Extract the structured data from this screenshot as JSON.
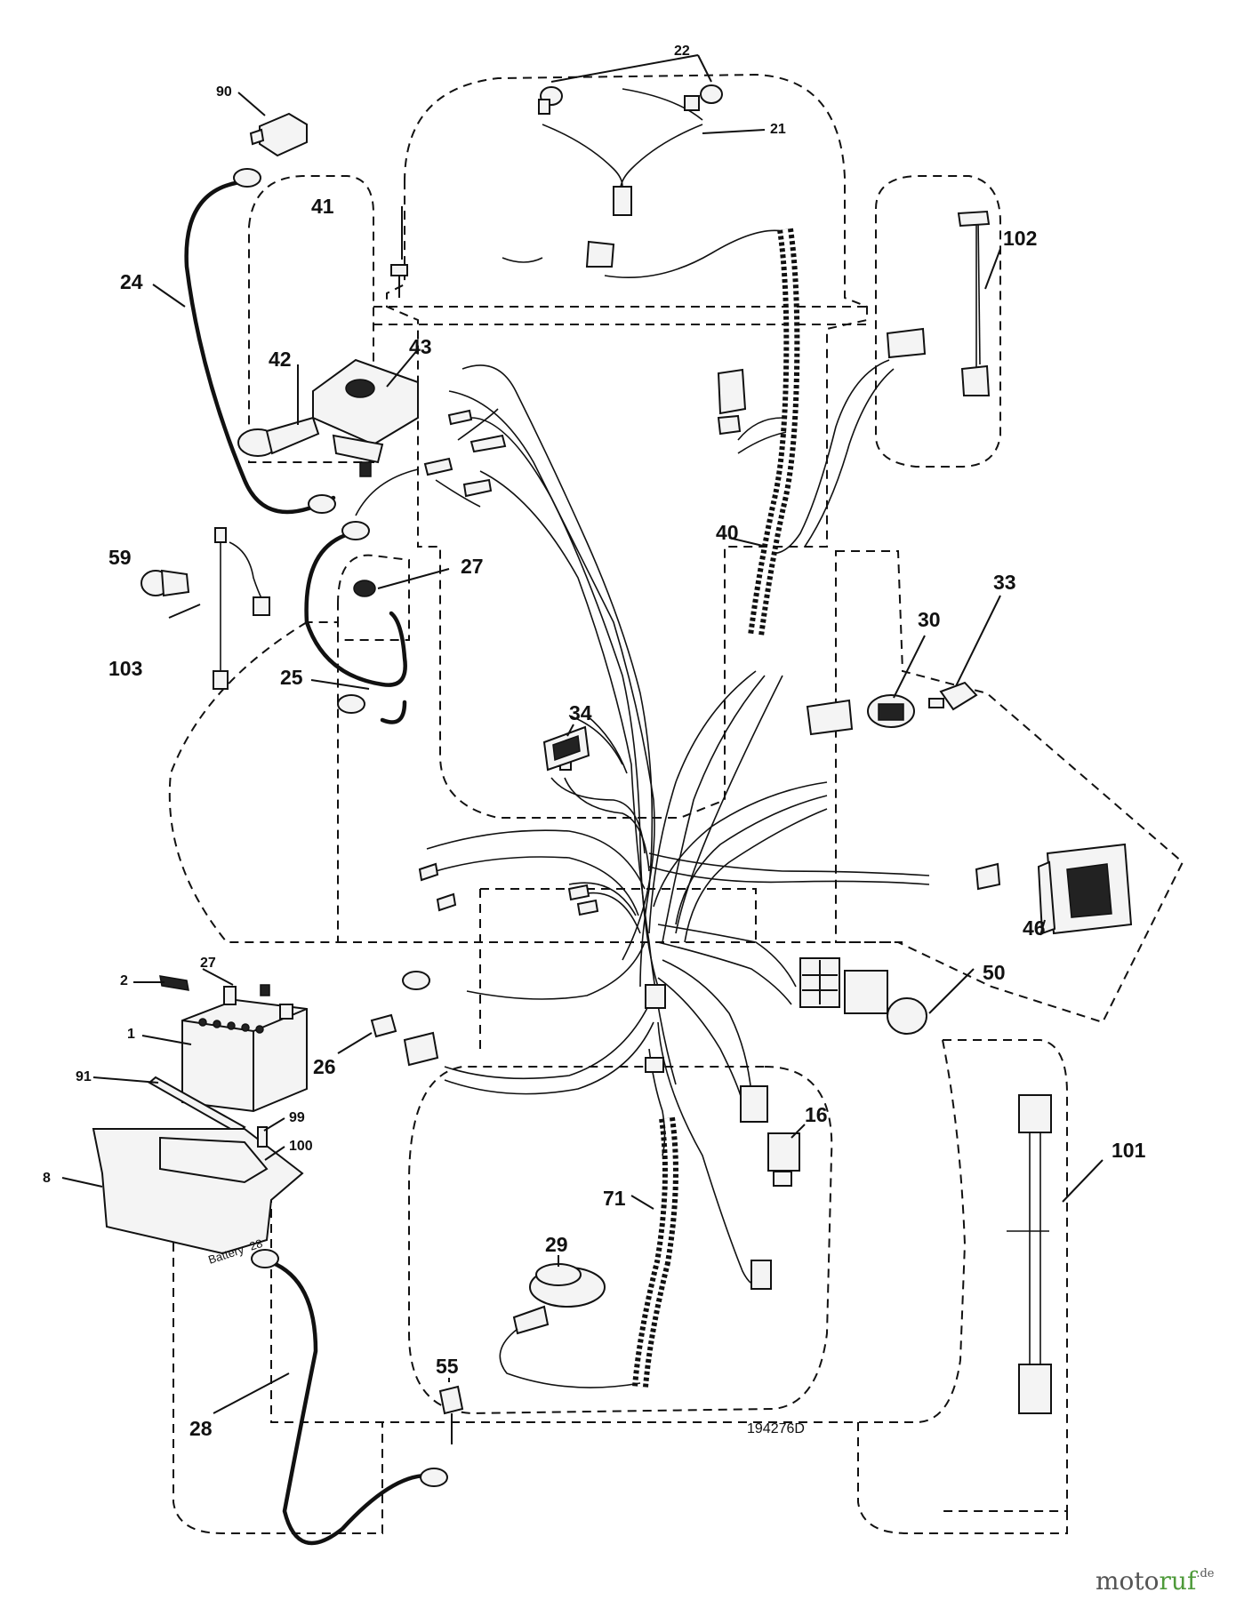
{
  "diagram": {
    "part_labels": {
      "p1": "1",
      "p2": "2",
      "p8": "8",
      "p16": "16",
      "p21": "21",
      "p22": "22",
      "p24": "24",
      "p25": "25",
      "p26": "26",
      "p27a": "27",
      "p27b": "27",
      "p28a": "28",
      "p28b": "28",
      "p29": "29",
      "p30": "30",
      "p33": "33",
      "p34": "34",
      "p40": "40",
      "p41": "41",
      "p42": "42",
      "p43": "43",
      "p46": "46",
      "p50": "50",
      "p55": "55",
      "p59": "59",
      "p71": "71",
      "p90": "90",
      "p91": "91",
      "p99": "99",
      "p100": "100",
      "p101": "101",
      "p102": "102",
      "p103": "103"
    },
    "battery_text": "Battery",
    "drawing_number": "194276D",
    "watermark": {
      "part1": "moto",
      "part2": "ruf",
      "tld": ".de"
    }
  }
}
